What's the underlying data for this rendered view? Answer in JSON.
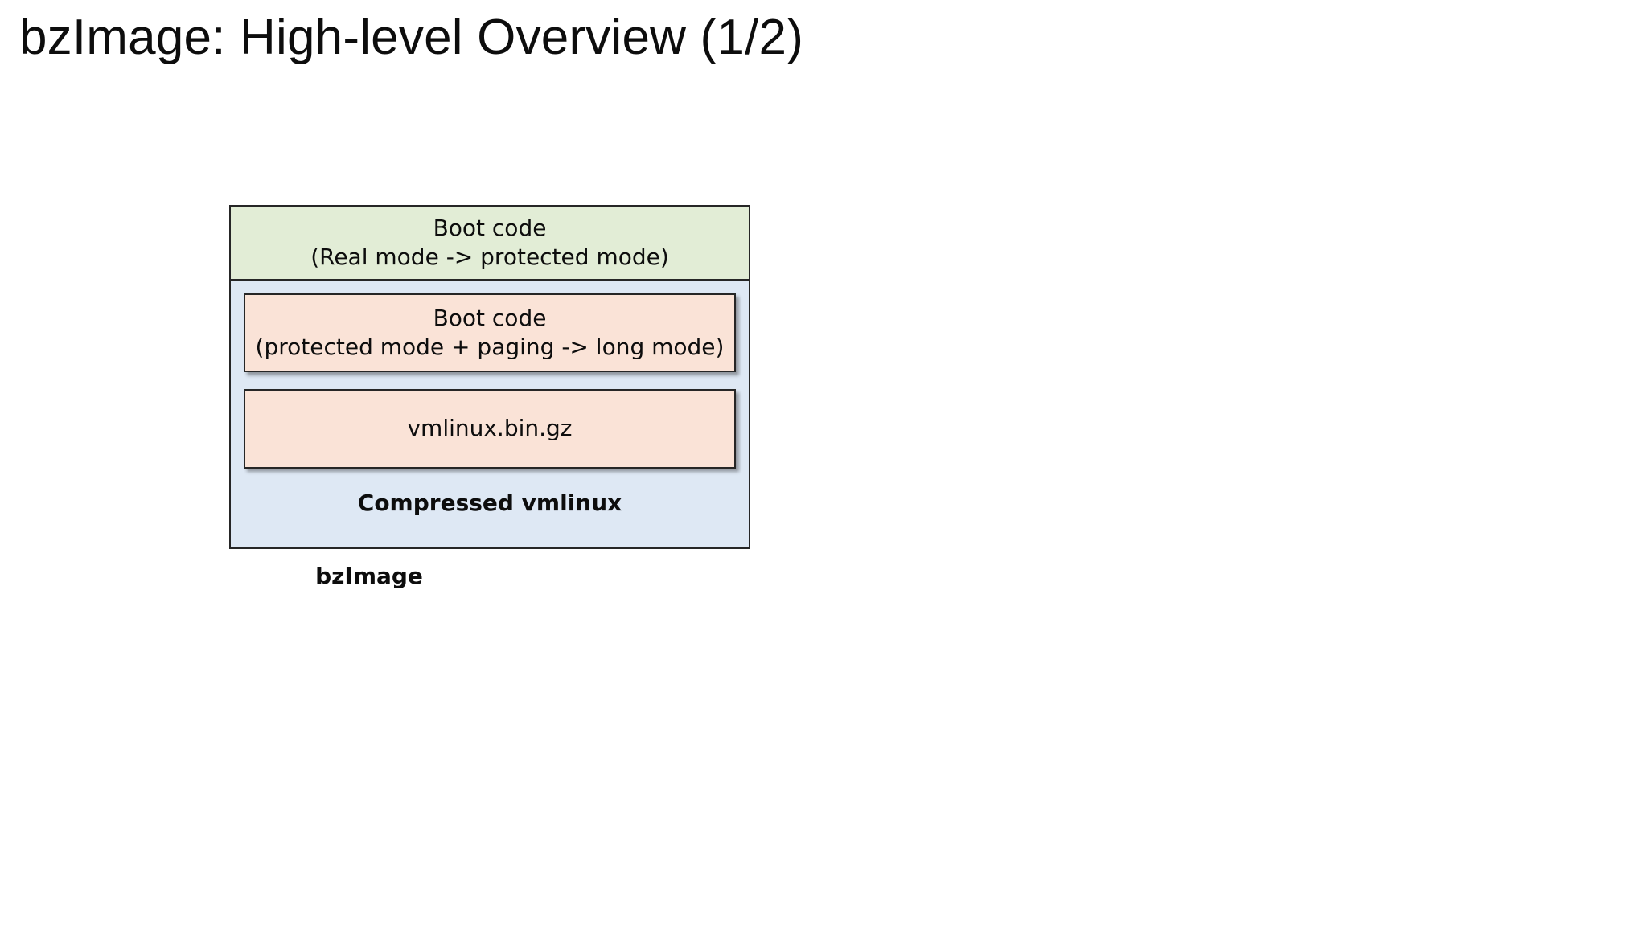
{
  "slide": {
    "title": "bzImage: High-level Overview (1/2)"
  },
  "diagram": {
    "caption": "bzImage",
    "boot_code_real": {
      "line1": "Boot code",
      "line2": "(Real mode -> protected mode)",
      "fill_color": "#E2EDD6"
    },
    "compressed_vmlinux": {
      "label": "Compressed vmlinux",
      "fill_color": "#DEE8F4"
    },
    "boot_code_long": {
      "line1": "Boot code",
      "line2": "(protected mode + paging -> long mode)",
      "fill_color": "#FAE3D7"
    },
    "vmlinux_gz": {
      "label": "vmlinux.bin.gz",
      "fill_color": "#FAE3D7"
    },
    "border_color": "#262626"
  }
}
